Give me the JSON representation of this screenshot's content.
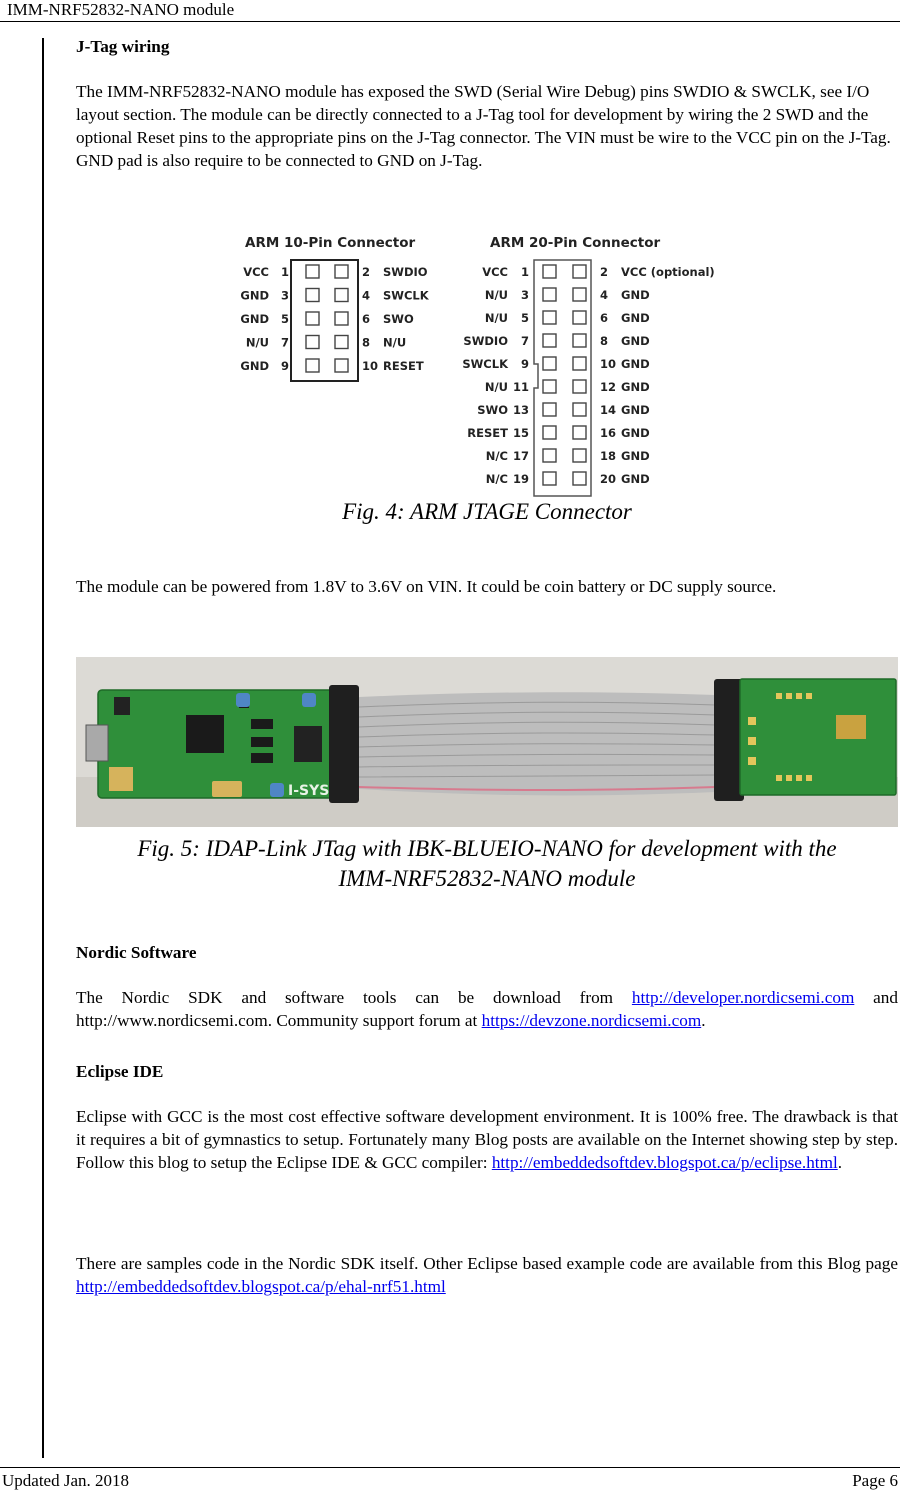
{
  "header": {
    "title": "IMM-NRF52832-NANO module"
  },
  "footer": {
    "updated": "Updated Jan. 2018",
    "page": "Page 6"
  },
  "jtag": {
    "heading": "J-Tag wiring",
    "body": "The IMM-NRF52832-NANO module has exposed the SWD (Serial Wire Debug) pins SWDIO & SWCLK, see I/O layout section.  The module can be directly connected to a J-Tag tool for development by wiring the 2 SWD and the optional Reset pins to the appropriate pins on the J-Tag connector.   The VIN must be wire to the VCC pin on the J-Tag.  GND pad is also require to be connected to GND on J-Tag."
  },
  "connector10": {
    "title": "ARM 10-Pin Connector",
    "rows": [
      {
        "lname": "VCC",
        "lnum": "1",
        "rnum": "2",
        "rname": "SWDIO"
      },
      {
        "lname": "GND",
        "lnum": "3",
        "rnum": "4",
        "rname": "SWCLK"
      },
      {
        "lname": "GND",
        "lnum": "5",
        "rnum": "6",
        "rname": "SWO"
      },
      {
        "lname": "N/U",
        "lnum": "7",
        "rnum": "8",
        "rname": "N/U"
      },
      {
        "lname": "GND",
        "lnum": "9",
        "rnum": "10",
        "rname": "RESET"
      }
    ]
  },
  "connector20": {
    "title": "ARM 20-Pin Connector",
    "rows": [
      {
        "lname": "VCC",
        "lnum": "1",
        "rnum": "2",
        "rname": "VCC (optional)"
      },
      {
        "lname": "N/U",
        "lnum": "3",
        "rnum": "4",
        "rname": "GND"
      },
      {
        "lname": "N/U",
        "lnum": "5",
        "rnum": "6",
        "rname": "GND"
      },
      {
        "lname": "SWDIO",
        "lnum": "7",
        "rnum": "8",
        "rname": "GND"
      },
      {
        "lname": "SWCLK",
        "lnum": "9",
        "rnum": "10",
        "rname": "GND"
      },
      {
        "lname": "N/U",
        "lnum": "11",
        "rnum": "12",
        "rname": "GND"
      },
      {
        "lname": "SWO",
        "lnum": "13",
        "rnum": "14",
        "rname": "GND"
      },
      {
        "lname": "RESET",
        "lnum": "15",
        "rnum": "16",
        "rname": "GND"
      },
      {
        "lname": "N/C",
        "lnum": "17",
        "rnum": "18",
        "rname": "GND"
      },
      {
        "lname": "N/C",
        "lnum": "19",
        "rnum": "20",
        "rname": "GND"
      }
    ]
  },
  "fig4": {
    "caption": "Fig. 4: ARM JTAGE Connector"
  },
  "power": {
    "body": "The module can be powered from 1.8V to 3.6V on VIN.  It could be coin battery or DC supply source."
  },
  "fig5": {
    "caption_line1": "Fig. 5: IDAP-Link JTag with IBK-BLUEIO-NANO for development with the",
    "caption_line2": "IMM-NRF52832-NANO module",
    "photo_labels": [
      "I-SYST"
    ]
  },
  "nordic": {
    "heading": "Nordic Software",
    "text1": "The Nordic SDK and software tools can be download from ",
    "link1": "http://developer.nordicsemi.com",
    "text2": " and http://www.nordicsemi.com.  Community support forum at ",
    "link2": "https://devzone.nordicsemi.com",
    "text3": "."
  },
  "eclipse": {
    "heading": "Eclipse IDE",
    "text1": "Eclipse with GCC is the most cost effective software development environment.  It is 100% free.  The drawback is that it requires a bit of gymnastics to setup.  Fortunately many Blog posts are available on the Internet showing step by step.  Follow this blog to setup the Eclipse IDE & GCC compiler:  ",
    "link1": "http://embeddedsoftdev.blogspot.ca/p/eclipse.html",
    "text2": "."
  },
  "samples": {
    "text1": "There are samples code in the Nordic SDK itself.  Other Eclipse based example code are available from this Blog page ",
    "link1": "http://embeddedsoftdev.blogspot.ca/p/ehal-nrf51.html"
  },
  "colors": {
    "link": "#0000ee",
    "pcb": "#2f8f3a",
    "cable": "#b9b9b9",
    "background_photo": "#dcdad5"
  }
}
